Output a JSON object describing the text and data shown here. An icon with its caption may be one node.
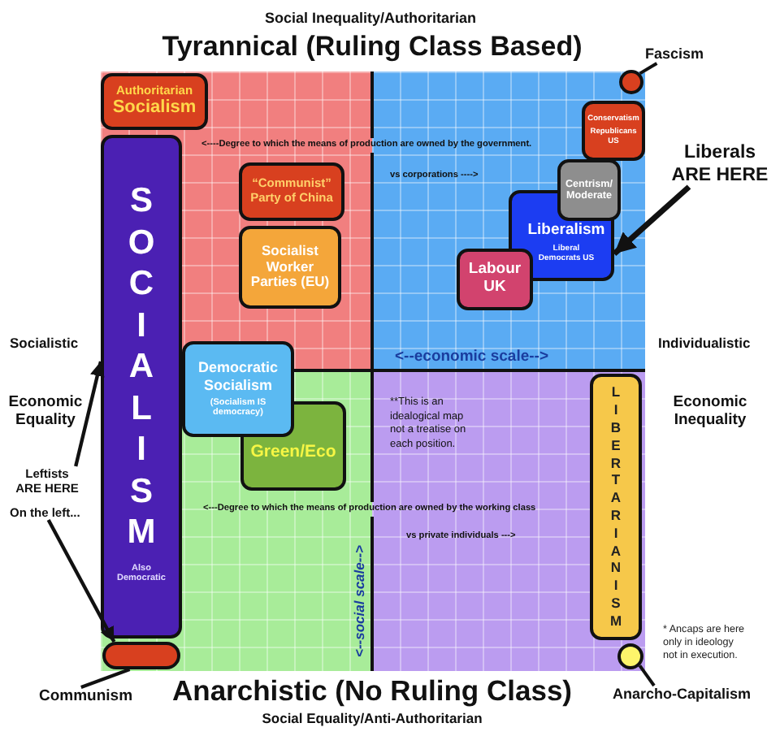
{
  "diagram": {
    "nodes": [
      {
        "text": [
          "Fascism"
        ]
      },
      {
        "text": [],
        "shape": "circle"
      },
      {
        "text": [
          "Authoritarian",
          "Socialism"
        ]
      },
      {
        "text": [
          "Conservatism",
          "Republicans US"
        ]
      },
      {
        "text": [
          "SOCIALISM",
          "Also Democratic"
        ]
      },
      {
        "text": [
          "Liberals ARE HERE"
        ]
      },
      {
        "text": [
          "“Communist” Party of China"
        ]
      },
      {
        "text": [
          "Centrism/ Moderate"
        ]
      },
      {
        "text": [
          "Liberalism",
          "Liberal Democrats US"
        ]
      },
      {
        "text": [
          "Socialist Worker Parties (EU)"
        ]
      },
      {
        "text": [
          "Labour UK"
        ]
      },
      {
        "text": [
          "Democratic Socialism",
          "(Socialism IS democracy)"
        ]
      },
      {
        "text": [
          "LIBERTARIANISM"
        ]
      },
      {
        "text": [
          "Green/Eco"
        ]
      },
      {
        "text": [
          "Leftists ARE HERE"
        ]
      },
      {
        "text": [
          "On the left..."
        ]
      },
      {
        "text": [],
        "shape": "bar"
      },
      {
        "text": [],
        "shape": "circle"
      },
      {
        "text": [
          "Communism"
        ]
      },
      {
        "text": [
          "Anarcho-Capitalism"
        ]
      }
    ],
    "edges": [
      {
        "from": 0,
        "to": 1,
        "arrow": "none"
      },
      {
        "from": 5,
        "to": 8,
        "arrow": "to"
      },
      {
        "from": 14,
        "to": 4,
        "arrow": "to"
      },
      {
        "from": 15,
        "to": 16,
        "arrow": "to"
      },
      {
        "from": 18,
        "to": 16,
        "arrow": "none"
      },
      {
        "from": 19,
        "to": 17,
        "arrow": "none"
      }
    ],
    "labels": [
      "Social Inequality/Authoritarian",
      "Tyrannical (Ruling Class Based)",
      "<----Degree to which the means of production are owned by the government.",
      "vs corporations ---->",
      "Socialistic",
      "Individualistic",
      "<--economic scale-->",
      "Economic Equality",
      "**This is an idealogical map not a treatise on each position.",
      "Economic Inequality",
      "<---Degree to which the means of production are owned by the working class",
      "vs private individuals --->",
      "<--social scale-->",
      "* Ancaps are here only in ideology not in execution.",
      "Anarchistic (No Ruling Class)",
      "Social Equality/Anti-Authoritarian"
    ]
  }
}
